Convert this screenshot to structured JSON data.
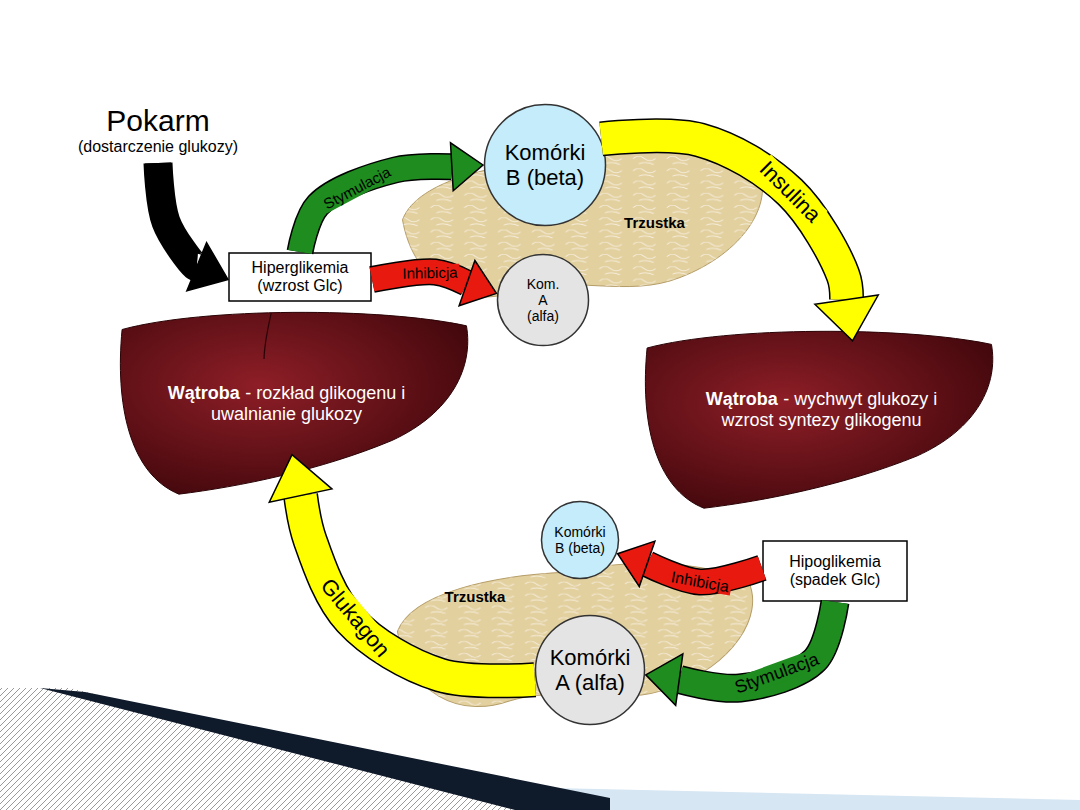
{
  "diagram": {
    "nodes": [
      {
        "text": [
          "Pokarm",
          "(dostarczenie glukozy)"
        ]
      },
      {
        "text": [
          "Komórki B (beta)"
        ]
      },
      {
        "text": [
          "Trzustka"
        ]
      },
      {
        "text": [
          "Hiperglikemia (wzrost Glc)"
        ]
      },
      {
        "text": [
          "Kom. A (alfa)"
        ]
      },
      {
        "text": [
          "Wątroba",
          "- rozkład glikogenu i uwalnianie glukozy"
        ]
      },
      {
        "text": [
          "Wątroba",
          "- wychwyt glukozy i wzrost syntezy glikogenu"
        ]
      },
      {
        "text": [
          "Komórki B (beta)"
        ]
      },
      {
        "text": [
          "Hipoglikemia (spadek Glc)"
        ]
      },
      {
        "text": [
          "Trzustka"
        ]
      },
      {
        "text": [
          "Komórki A (alfa)"
        ]
      }
    ],
    "edges": [
      {
        "from": 0,
        "to": 3,
        "arrow": "to"
      },
      {
        "from": 3,
        "to": 1,
        "label": "Stymulacja",
        "arrow": "to"
      },
      {
        "from": 3,
        "to": 4,
        "label": "Inhibicja",
        "arrow": "to"
      },
      {
        "from": 1,
        "to": 6,
        "label": "Insulina",
        "arrow": "to"
      },
      {
        "from": 8,
        "to": 7,
        "label": "Inhibicja",
        "arrow": "to"
      },
      {
        "from": 8,
        "to": 10,
        "label": "Stymulacja",
        "arrow": "to"
      },
      {
        "from": 10,
        "to": 5,
        "label": "Glukagon",
        "arrow": "to"
      }
    ]
  }
}
